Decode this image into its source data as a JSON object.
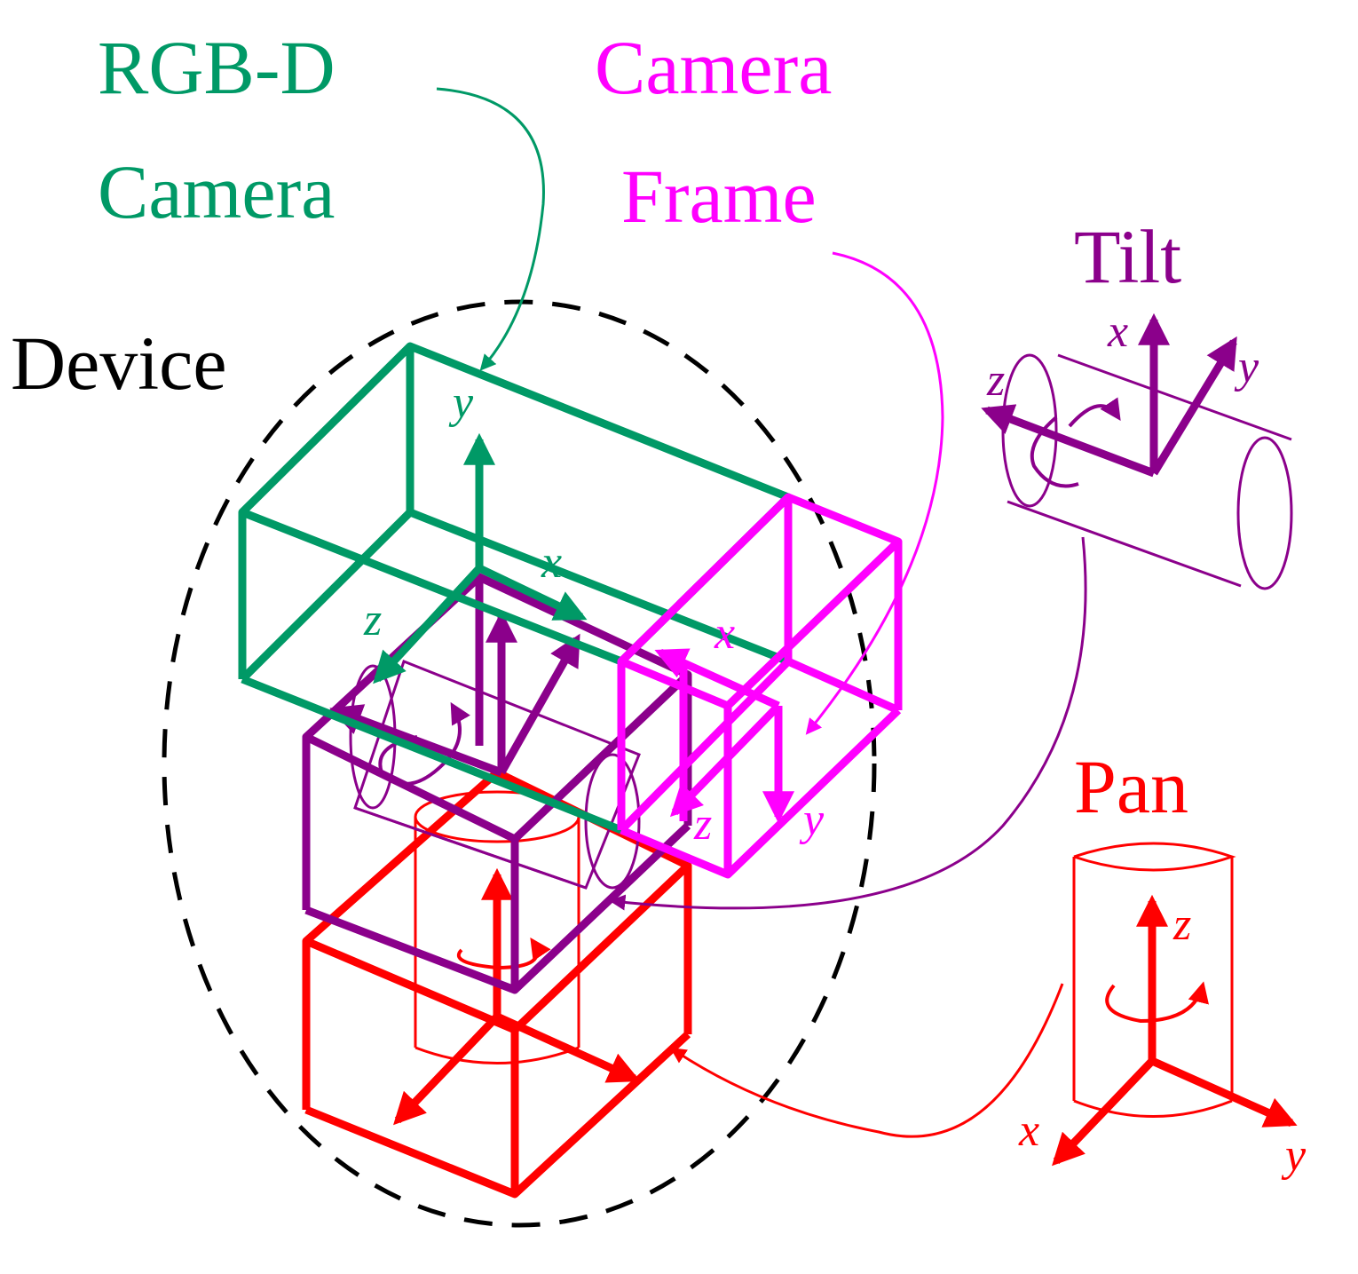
{
  "colors": {
    "rgbd": "#009966",
    "frame": "#ff00ff",
    "tilt": "#8b008b",
    "pan": "#ff0000",
    "device": "#000000"
  },
  "labels": {
    "rgbd_line1": "RGB-D",
    "rgbd_line2": "Camera",
    "frame_line1": "Camera",
    "frame_line2": "Frame",
    "device": "Device",
    "tilt": "Tilt",
    "pan": "Pan"
  },
  "axes": {
    "x": "x",
    "y": "y",
    "z": "z"
  },
  "icons": {
    "rgbd_camera": "rgbd-camera-box-icon",
    "camera_frame": "camera-frame-box-icon",
    "tilt_motor": "tilt-cylinder-icon",
    "pan_motor": "pan-cylinder-icon"
  }
}
